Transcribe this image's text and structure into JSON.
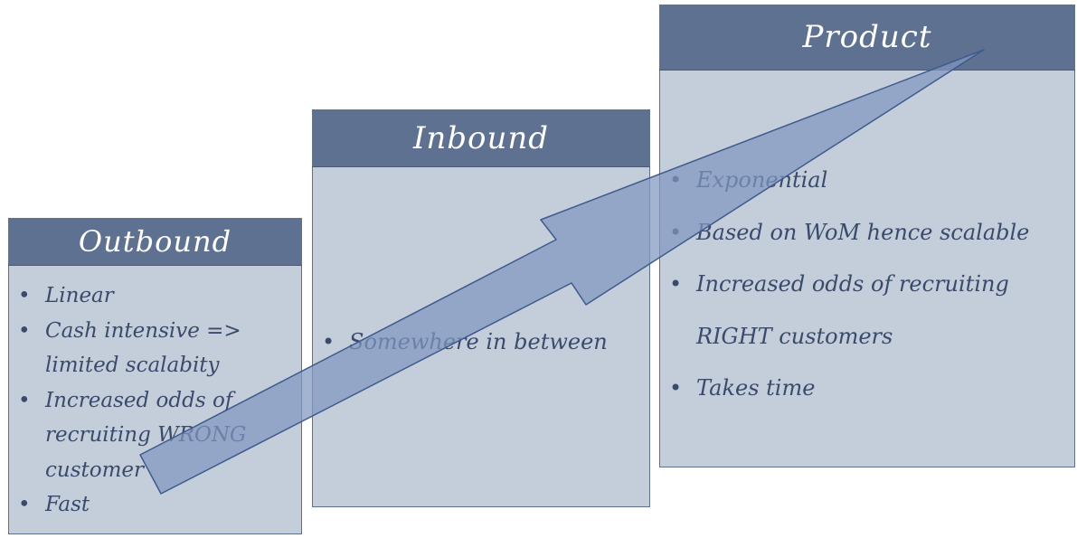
{
  "stages": [
    {
      "title": "Outbound",
      "bullets": [
        "Linear",
        "Cash intensive => limited scalabity",
        "Increased odds of recruiting WRONG customer",
        "Fast"
      ]
    },
    {
      "title": "Inbound",
      "bullets": [
        "Somewhere in between"
      ]
    },
    {
      "title": "Product",
      "bullets": [
        "Exponential",
        "Based on WoM hence scalable",
        "Increased odds of recruiting RIGHT customers",
        "Takes time"
      ]
    }
  ],
  "colors": {
    "box_fill": "#c4ceda",
    "header_fill": "#5f7191",
    "arrow_fill": "#7f97c0",
    "text": "#3a4a6c"
  }
}
